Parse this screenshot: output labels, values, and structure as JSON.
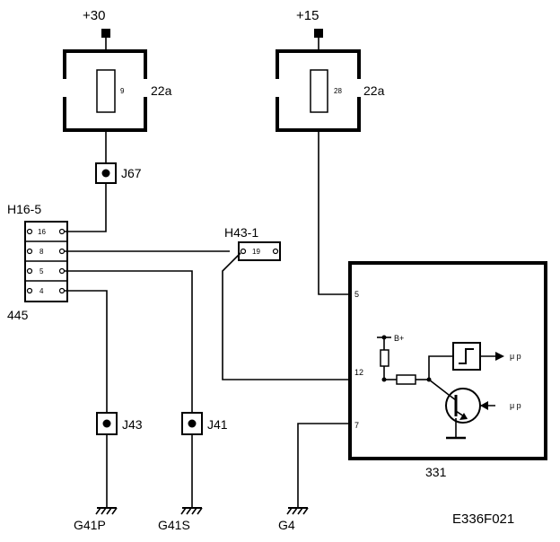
{
  "power": {
    "left_supply": "+30",
    "right_supply": "+15"
  },
  "fuses": [
    {
      "number": "9",
      "label": "22a"
    },
    {
      "number": "28",
      "label": "22a"
    }
  ],
  "connectors": {
    "h16": {
      "name": "H16-5",
      "part": "445",
      "pins": [
        "16",
        "8",
        "5",
        "4"
      ]
    },
    "h43": {
      "name": "H43-1",
      "pin": "19"
    }
  },
  "junctions": {
    "j67": "J67",
    "j43": "J43",
    "j41": "J41"
  },
  "module": {
    "number": "331",
    "pins": {
      "p5": "5",
      "p12": "12",
      "p7": "7"
    },
    "supply": "B+",
    "out_top": "μ p",
    "out_bottom": "μ p"
  },
  "grounds": {
    "g41p": "G41P",
    "g41s": "G41S",
    "g4": "G4"
  },
  "figure_id": "E336F021"
}
